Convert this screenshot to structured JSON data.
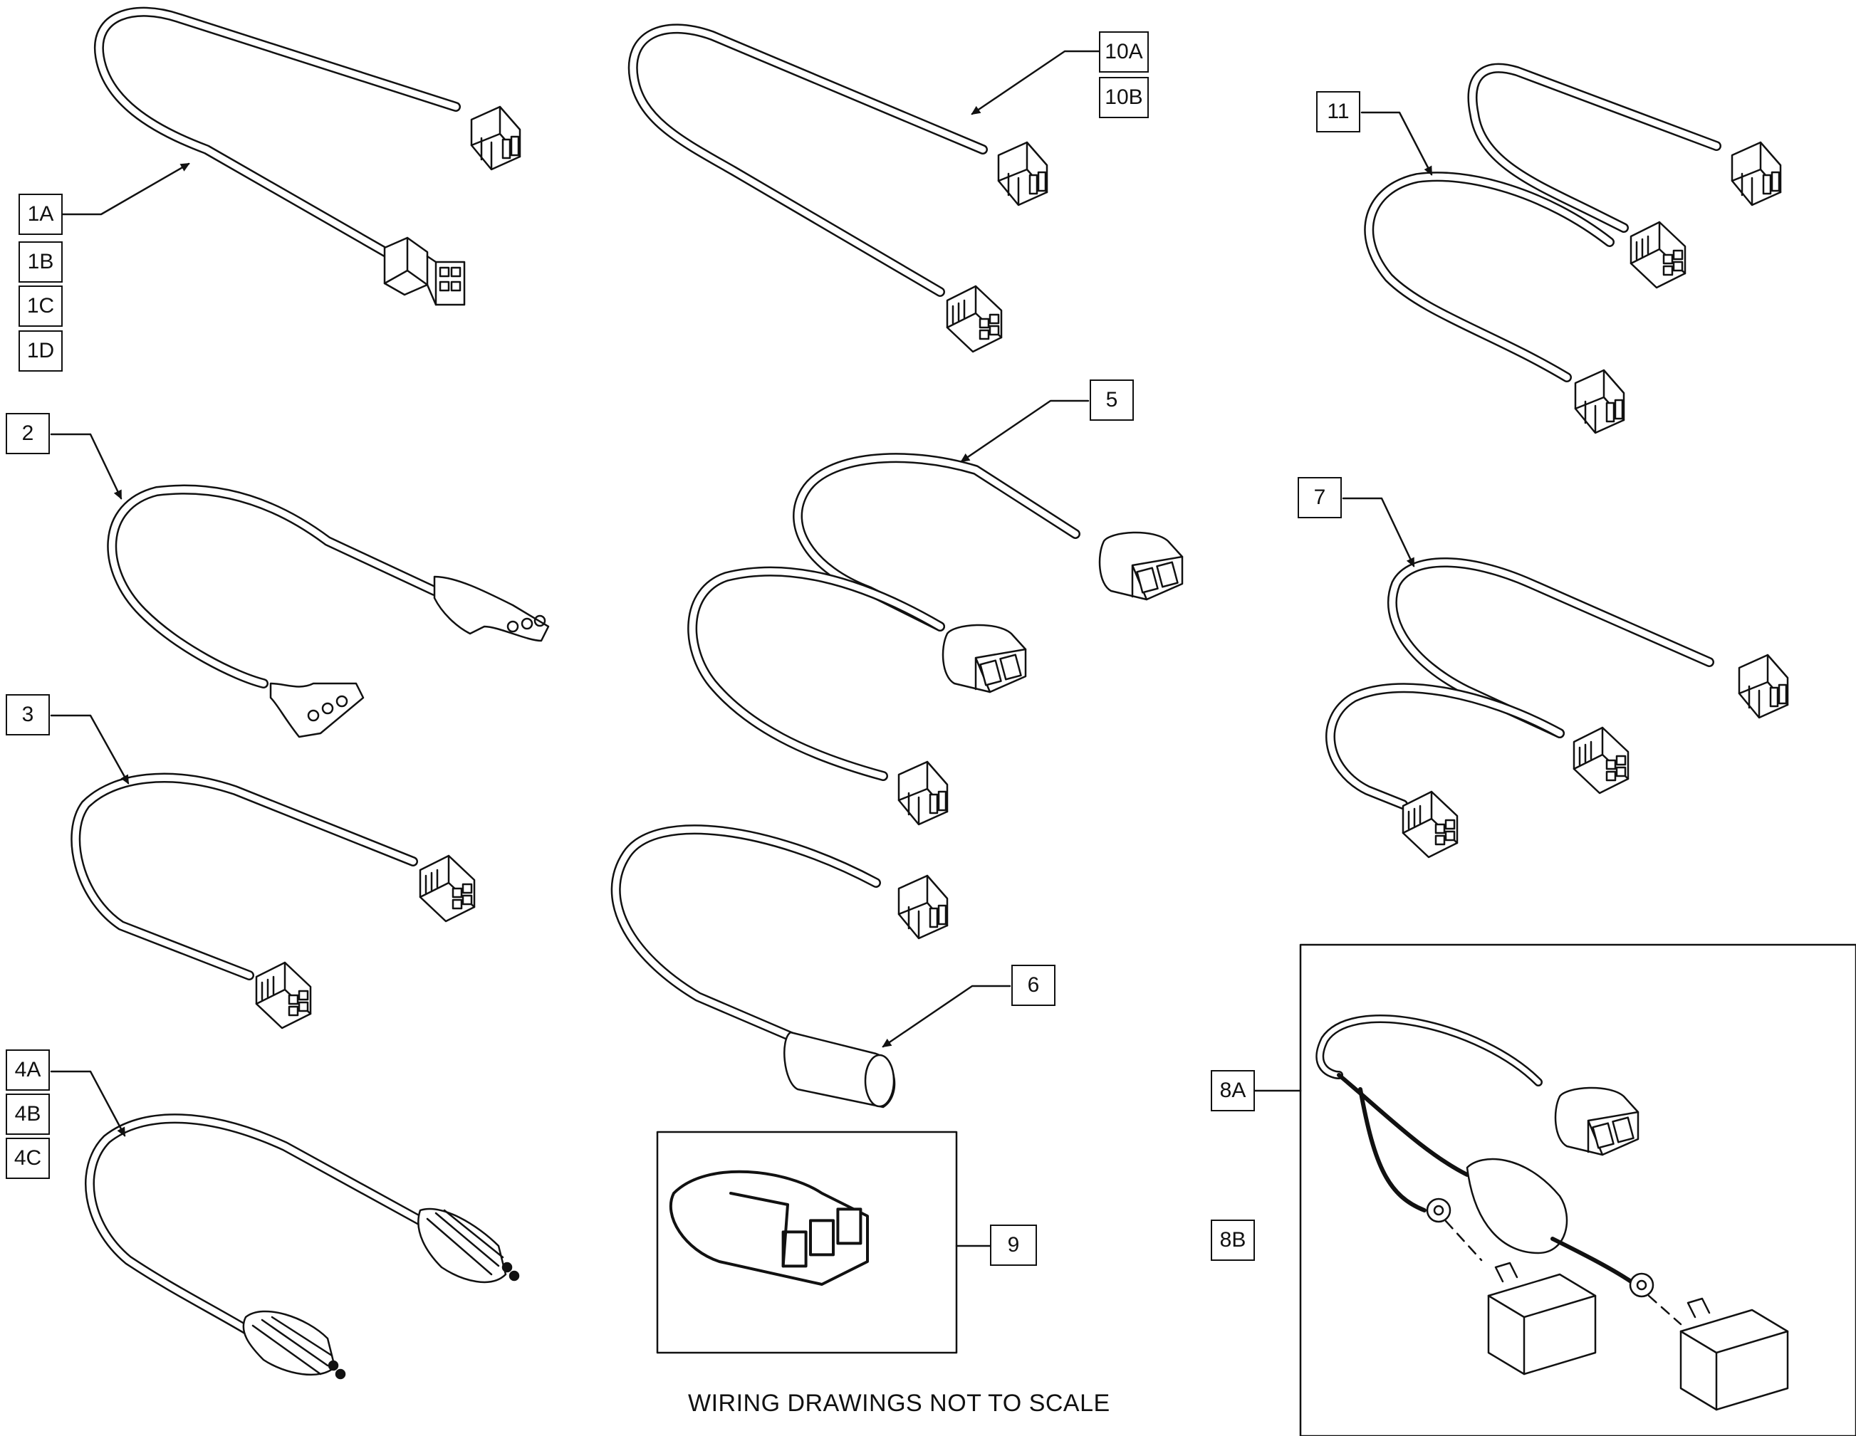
{
  "callouts": {
    "c1A": "1A",
    "c1B": "1B",
    "c1C": "1C",
    "c1D": "1D",
    "c2": "2",
    "c3": "3",
    "c4A": "4A",
    "c4B": "4B",
    "c4C": "4C",
    "c5": "5",
    "c6": "6",
    "c7": "7",
    "c8A": "8A",
    "c8B": "8B",
    "c9": "9",
    "c10A": "10A",
    "c10B": "10B",
    "c11": "11"
  },
  "footer": {
    "note": "WIRING DRAWINGS NOT TO SCALE"
  },
  "icons": [
    "cable-harness-icon",
    "connector-plug-icon",
    "ring-terminal-icon",
    "fuse-holder-icon",
    "end-cap-icon",
    "battery-block-icon"
  ]
}
